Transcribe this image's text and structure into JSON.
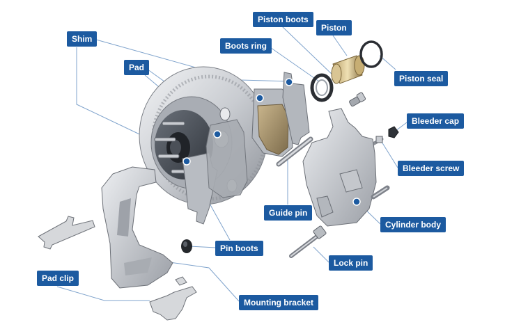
{
  "labels": {
    "piston_boots": "Piston boots",
    "piston": "Piston",
    "shim": "Shim",
    "boots_ring": "Boots ring",
    "pad": "Pad",
    "piston_seal": "Piston seal",
    "bleeder_cap": "Bleeder cap",
    "bleeder_screw": "Bleeder screw",
    "guide_pin": "Guide pin",
    "cylinder_body": "Cylinder body",
    "pin_boots": "Pin boots",
    "lock_pin": "Lock pin",
    "pad_clip": "Pad clip",
    "mounting_bracket": "Mounting bracket"
  },
  "colors": {
    "label_bg": "#1c5aa0",
    "label_text": "#ffffff",
    "leader_line": "#7fa3cc",
    "marker": "#1c5aa0"
  }
}
